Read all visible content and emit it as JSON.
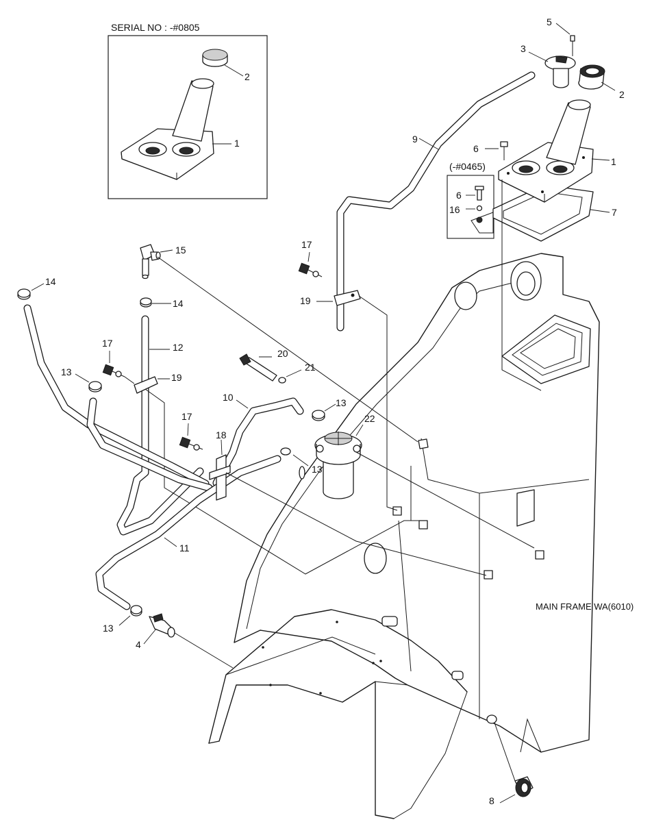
{
  "inset_serial": {
    "caption": "SERIAL NO : -#0805"
  },
  "inset_early": {
    "caption": "(-#0465)"
  },
  "frame_note": "MAIN FRAME WA(6010)",
  "callouts": {
    "c1": "1",
    "c1b": "1",
    "c2": "2",
    "c2b": "2",
    "c3": "3",
    "c4": "4",
    "c5": "5",
    "c6": "6",
    "c6b": "6",
    "c7": "7",
    "c8": "8",
    "c9": "9",
    "c10": "10",
    "c11": "11",
    "c12": "12",
    "c13a": "13",
    "c13b": "13",
    "c13c": "13",
    "c13d": "13",
    "c14a": "14",
    "c14b": "14",
    "c15": "15",
    "c16": "16",
    "c17a": "17",
    "c17b": "17",
    "c17c": "17",
    "c18": "18",
    "c19a": "19",
    "c19b": "19",
    "c20": "20",
    "c21": "21",
    "c22": "22"
  }
}
